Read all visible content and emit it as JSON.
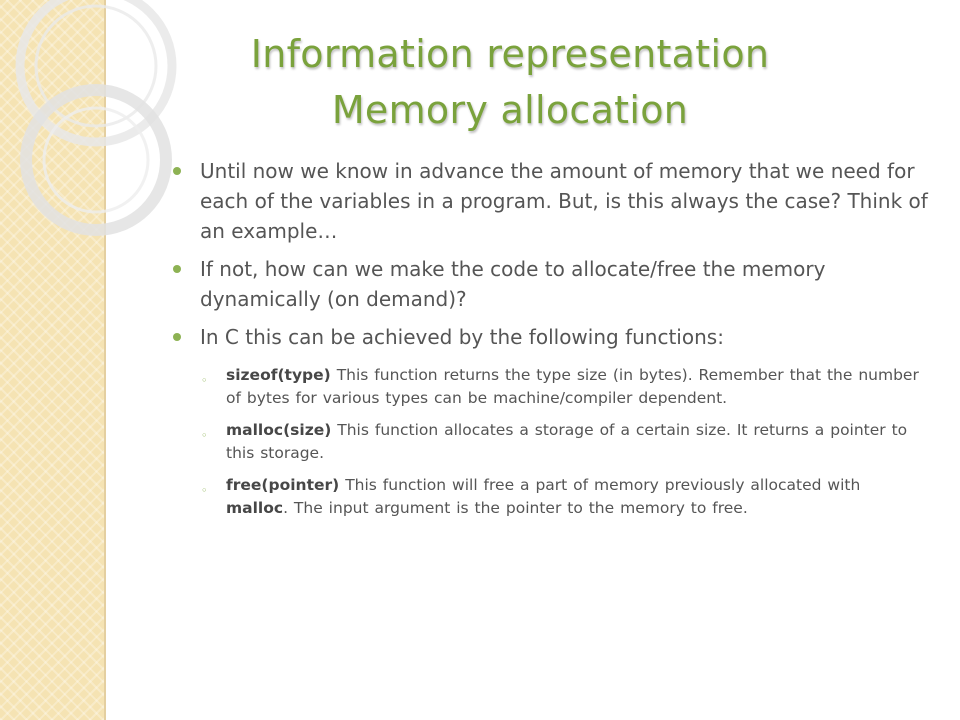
{
  "title": {
    "line1": "Information representation",
    "line2": "Memory allocation"
  },
  "colors": {
    "title": "#7aa23c",
    "bullet": "#8db253",
    "side_panel": "#f5e3b3",
    "body_text": "#555555"
  },
  "bullets": [
    {
      "text": "Until now we know in advance the amount of memory that we need for each of the variables in a program. But, is this always the case? Think of an example…"
    },
    {
      "text": "If not, how can we make the code to allocate/free the memory dynamically (on demand)?"
    },
    {
      "text": "In C this can be achieved by the following functions:"
    }
  ],
  "functions": [
    {
      "name": "sizeof(type)",
      "desc": "This function returns the type size (in bytes). Remember that the number of bytes for various types can be machine/compiler dependent."
    },
    {
      "name": "malloc(size)",
      "desc": "This function allocates a storage of a certain size. It returns a pointer to this storage."
    },
    {
      "name": "free(pointer)",
      "desc": "This function will free a part of memory previously allocated with",
      "ref": "malloc",
      "desc_tail": ". The input argument is the pointer to the memory to free."
    }
  ],
  "icons": {
    "bullet": "filled-circle",
    "sub_bullet": "ring",
    "side_decoration": "concentric-circles"
  }
}
